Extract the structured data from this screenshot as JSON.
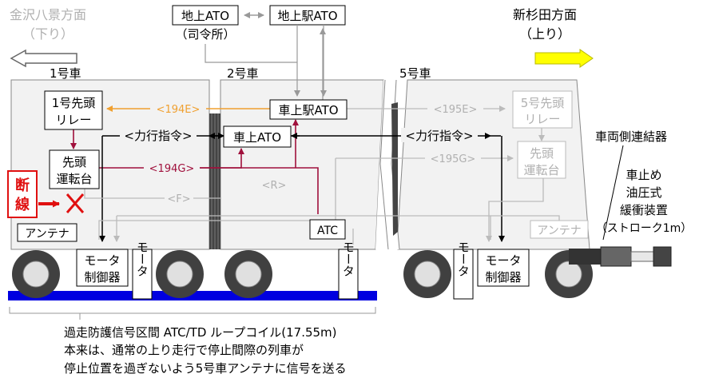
{
  "directions": {
    "left": {
      "line1": "金沢八景方面",
      "line2": "（下り）"
    },
    "right": {
      "line1": "新杉田方面",
      "line2": "（上り）"
    }
  },
  "ground": {
    "ato_box": "地上ATO",
    "ato_note": "（司令所）",
    "station_ato": "地上駅ATO"
  },
  "cars": {
    "car1": "1号車",
    "car2": "2号車",
    "car5": "5号車"
  },
  "equipment": {
    "car1_relay_line1": "1号先頭",
    "car1_relay_line2": "リレー",
    "car1_cab_line1": "先頭",
    "car1_cab_line2": "運転台",
    "car5_relay_line1": "5号先頭",
    "car5_relay_line2": "リレー",
    "car5_cab_line1": "先頭",
    "car5_cab_line2": "運転台",
    "onboard_station_ato": "車上駅ATO",
    "onboard_ato": "車上ATO",
    "atc": "ATC",
    "antenna_car1": "アンテナ",
    "antenna_car5": "アンテナ",
    "motor_ctrl_line1": "モータ",
    "motor_ctrl_line2": "制御器",
    "motor": "モータ"
  },
  "signals": {
    "s194e": "<194E>",
    "s194g": "<194G>",
    "s195e": "<195E>",
    "s195g": "<195G>",
    "power_car1": "<力行指令>",
    "power_car5": "<力行指令>",
    "r": "<R>",
    "f": "<F>"
  },
  "fault": {
    "line1": "断",
    "line2": "線"
  },
  "coupler": {
    "label": "車両側連結器",
    "buffer_line1": "車止め",
    "buffer_line2": "油圧式",
    "buffer_line3": "緩衝装置",
    "buffer_line4": "（ストローク1m）"
  },
  "caption": {
    "line1": "過走防護信号区間 ATC/TD ループコイル(17.55m)",
    "line2": "本来は、通常の上り走行で停止間際の列車が",
    "line3": "停止位置を過ぎないよう5号車アンテナに信号を送る"
  },
  "colors": {
    "down_arrow": "#ffffff",
    "up_arrow": "#ffff00",
    "signal_orange": "#f0a030",
    "signal_red": "#a0103c",
    "fault_red": "#e01010",
    "car_body": "#f2f2f2",
    "rail_blue": "#0000e0",
    "inactive_gray": "#b0b0b0"
  }
}
